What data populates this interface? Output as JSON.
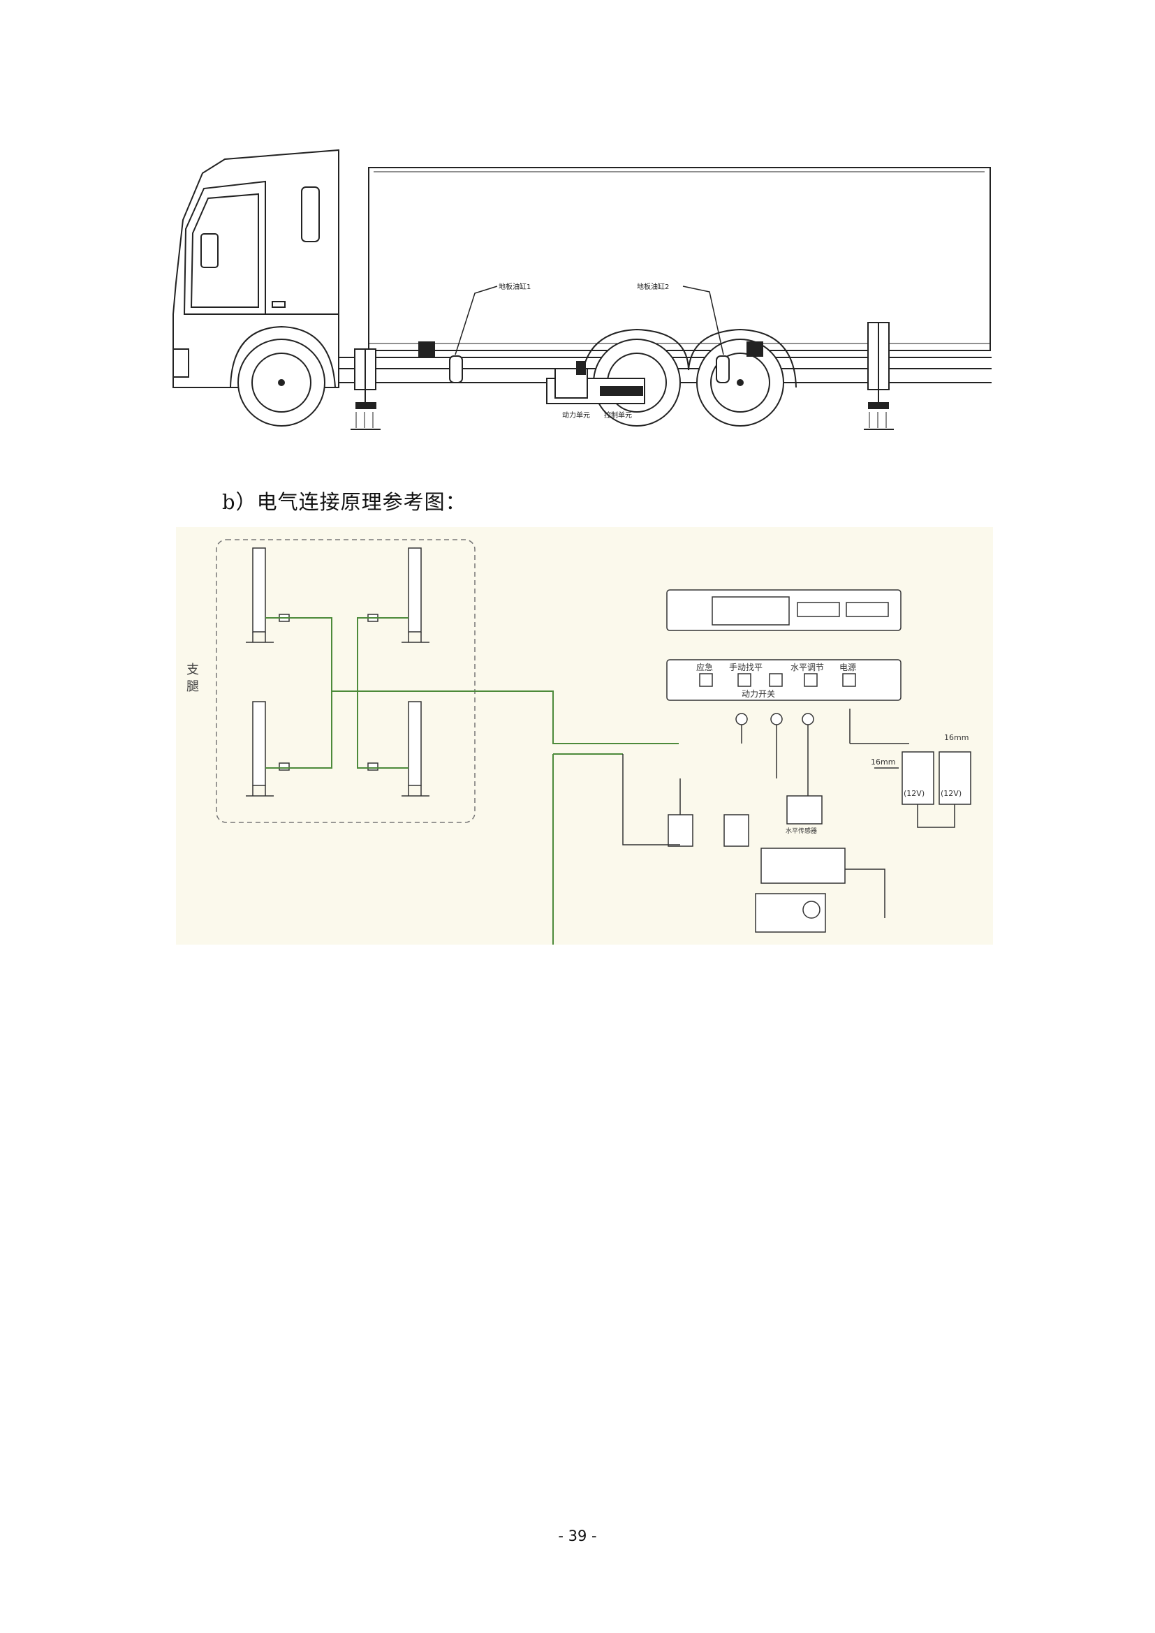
{
  "truck_figure": {
    "labels": {
      "floor_cylinder_1": "地板油缸1",
      "floor_cylinder_2": "地板油缸2",
      "power_unit": "动力单元",
      "control_unit": "控制单元"
    }
  },
  "caption": "b）电气连接原理参考图：",
  "schematic": {
    "support_legs_label": "支腿",
    "panel_labels": {
      "emergency": "应急",
      "level_manual": "手动找平",
      "level_auto": "水平调节",
      "power": "电源",
      "power_switch": "动力开关"
    },
    "battery_left": "(12V)",
    "battery_right": "(12V)",
    "cable_top": "16mm",
    "cable_left": "16mm",
    "sensor_label": "水平传感器"
  },
  "page_number": "- 39 -"
}
